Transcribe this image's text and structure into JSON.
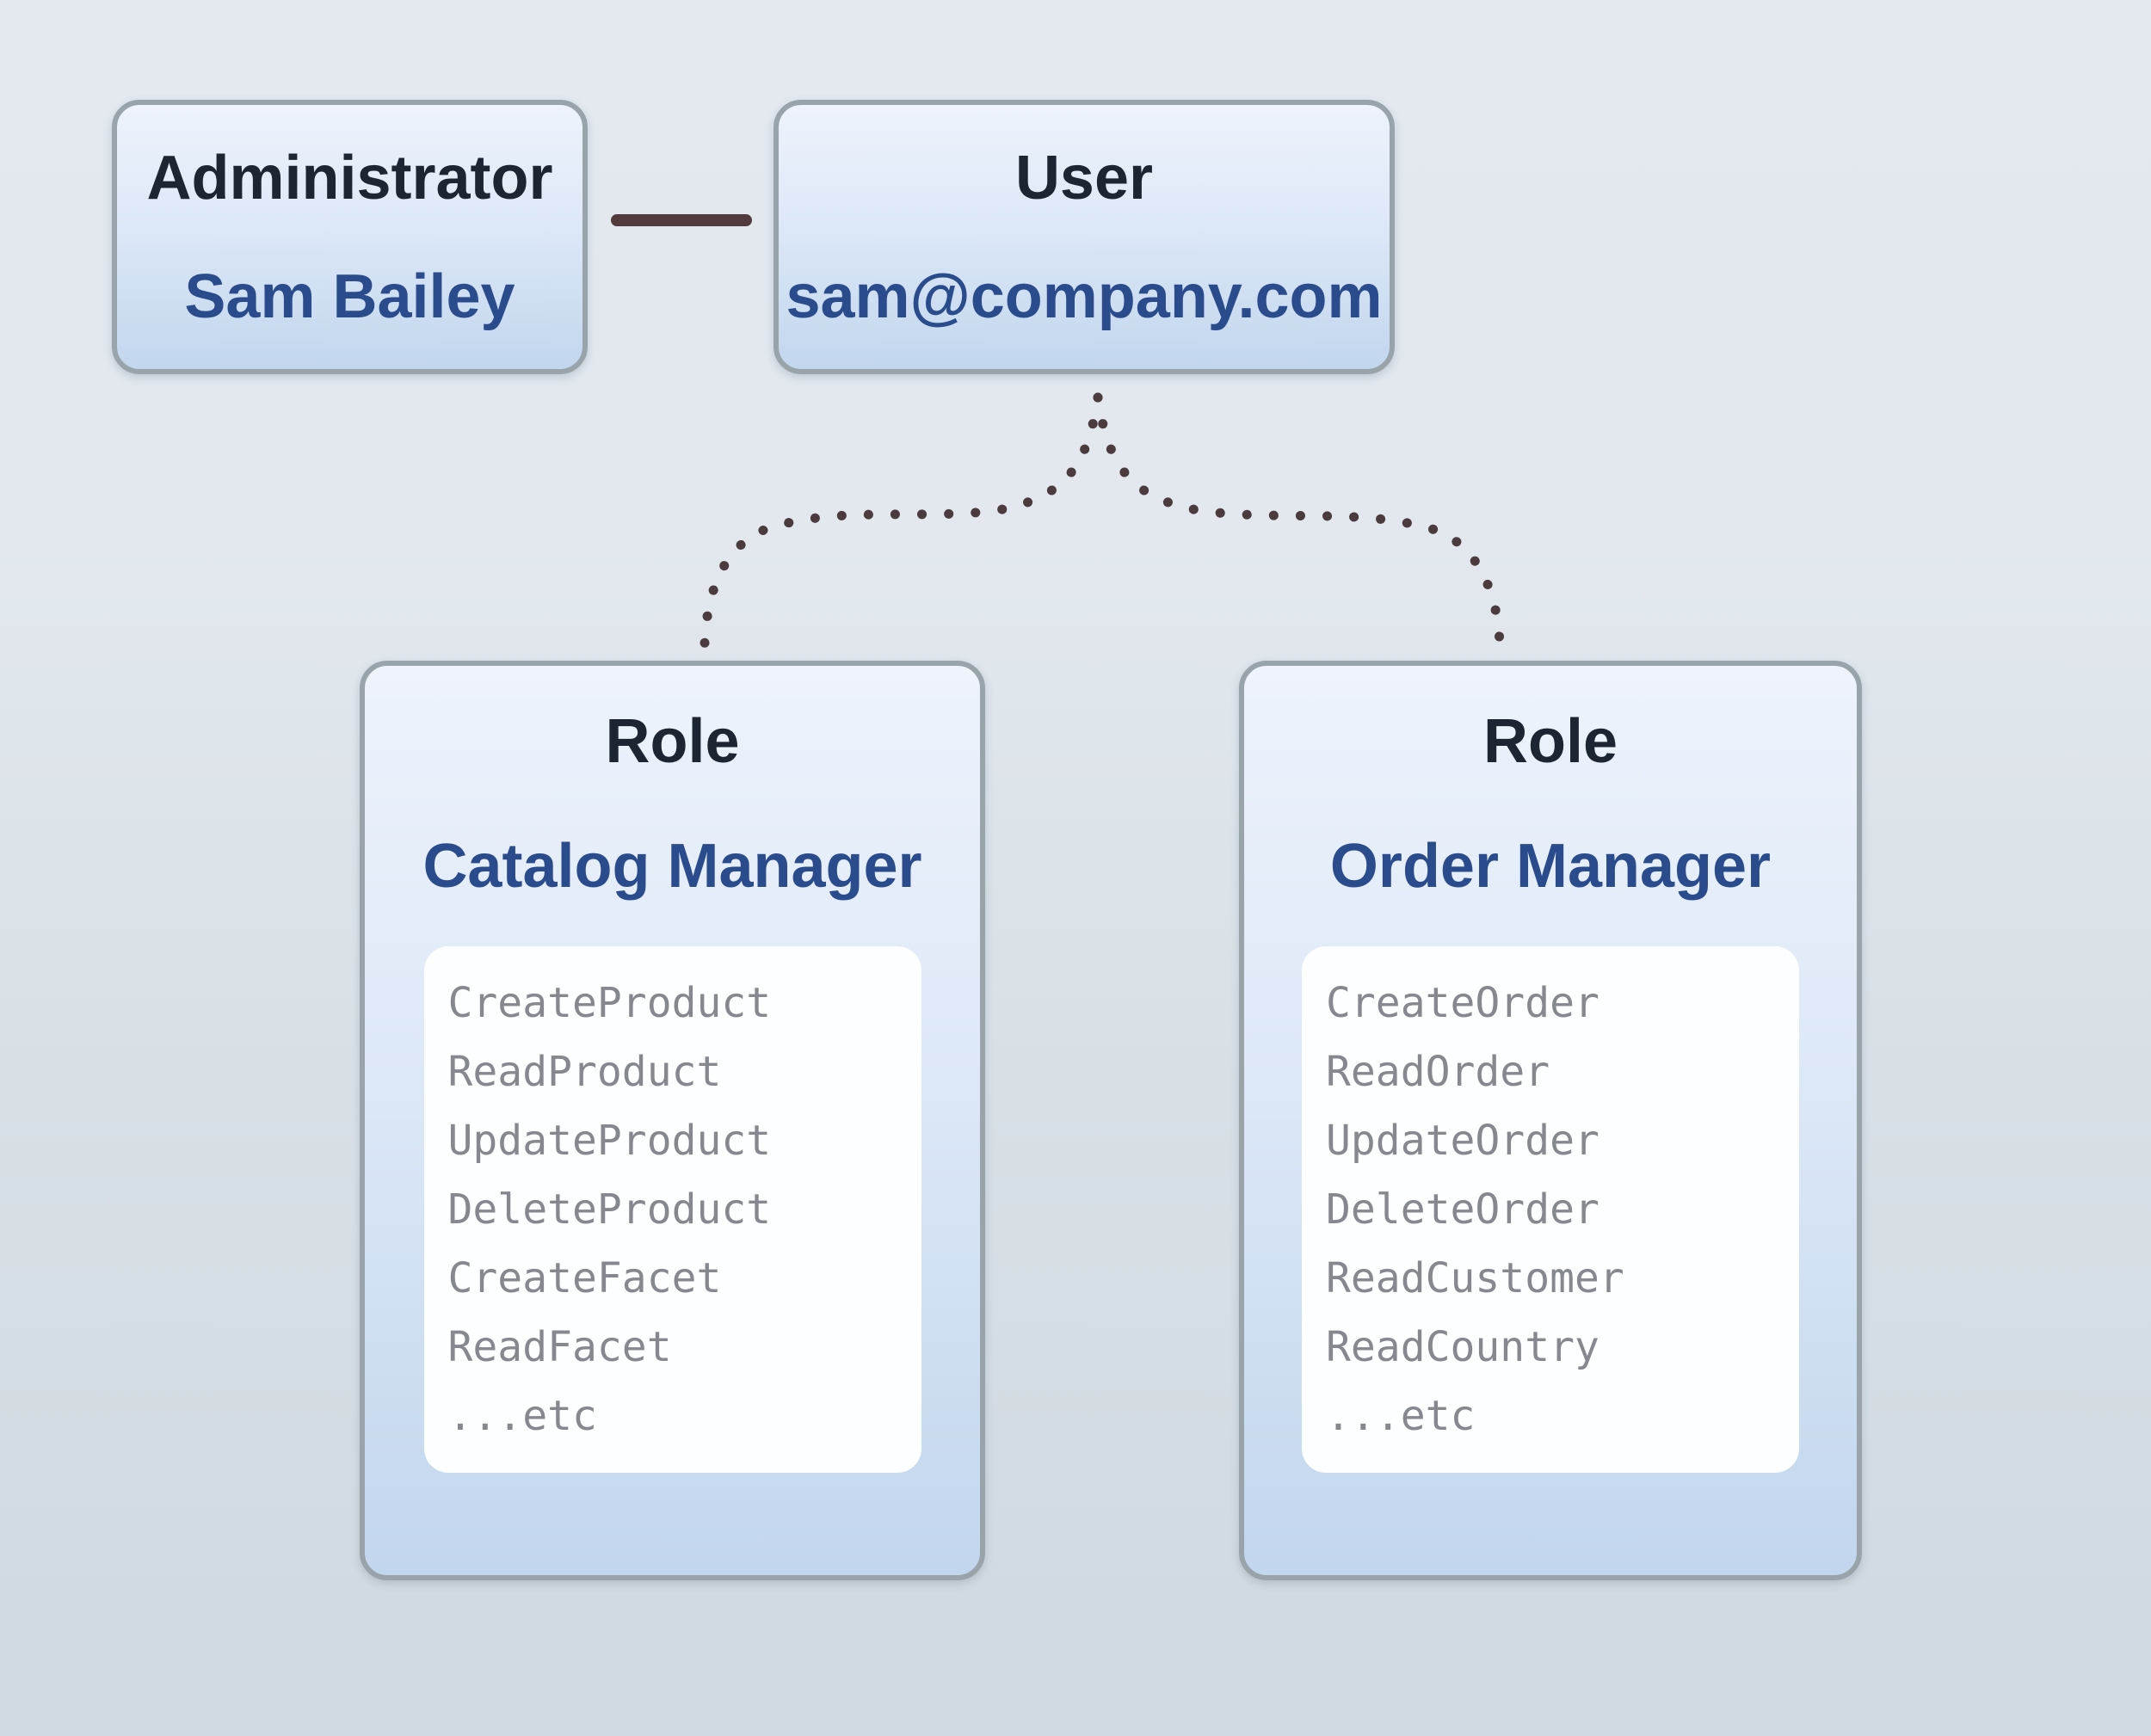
{
  "diagram": {
    "administrator": {
      "title": "Administrator",
      "name": "Sam Bailey"
    },
    "user": {
      "title": "User",
      "email": "sam@company.com"
    },
    "roles": [
      {
        "title": "Role",
        "name": "Catalog Manager",
        "permissions": [
          "CreateProduct",
          "ReadProduct",
          "UpdateProduct",
          "DeleteProduct",
          "CreateFacet",
          "ReadFacet",
          "...etc"
        ]
      },
      {
        "title": "Role",
        "name": "Order Manager",
        "permissions": [
          "CreateOrder",
          "ReadOrder",
          "UpdateOrder",
          "DeleteOrder",
          "ReadCustomer",
          "ReadCountry",
          "...etc"
        ]
      }
    ],
    "connections": [
      {
        "from": "administrator",
        "to": "user",
        "style": "solid"
      },
      {
        "from": "user",
        "to": "role-catalog-manager",
        "style": "dotted"
      },
      {
        "from": "user",
        "to": "role-order-manager",
        "style": "dotted"
      }
    ],
    "colors": {
      "heading_text": "#1c2531",
      "accent_blue": "#2b4c8c",
      "permission_text": "#85898f",
      "connector": "#523a3e",
      "box_border": "#99a4aa",
      "box_fill_top": "#eef3fc",
      "box_fill_bottom": "#c2d6ee",
      "list_background": "#fdfeff"
    }
  }
}
